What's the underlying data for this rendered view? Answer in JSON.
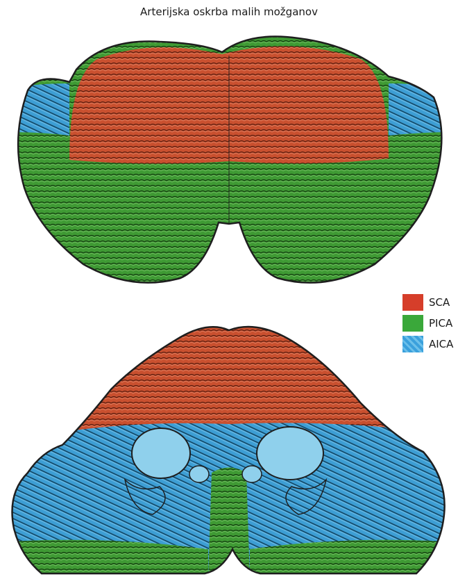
{
  "title": "Arterijska oskrba malih možganov",
  "legend": [
    {
      "label": "SCA",
      "color": "#d63e2a"
    },
    {
      "label": "PICA",
      "color": "#3aa83a"
    },
    {
      "label": "AICA",
      "color": "#3aa0dc"
    }
  ],
  "colors": {
    "sca": "#c9502f",
    "pica": "#3f9a34",
    "aica": "#3d9ed4",
    "aica_light": "#8fd0ec",
    "outline": "#1e1e1e"
  }
}
